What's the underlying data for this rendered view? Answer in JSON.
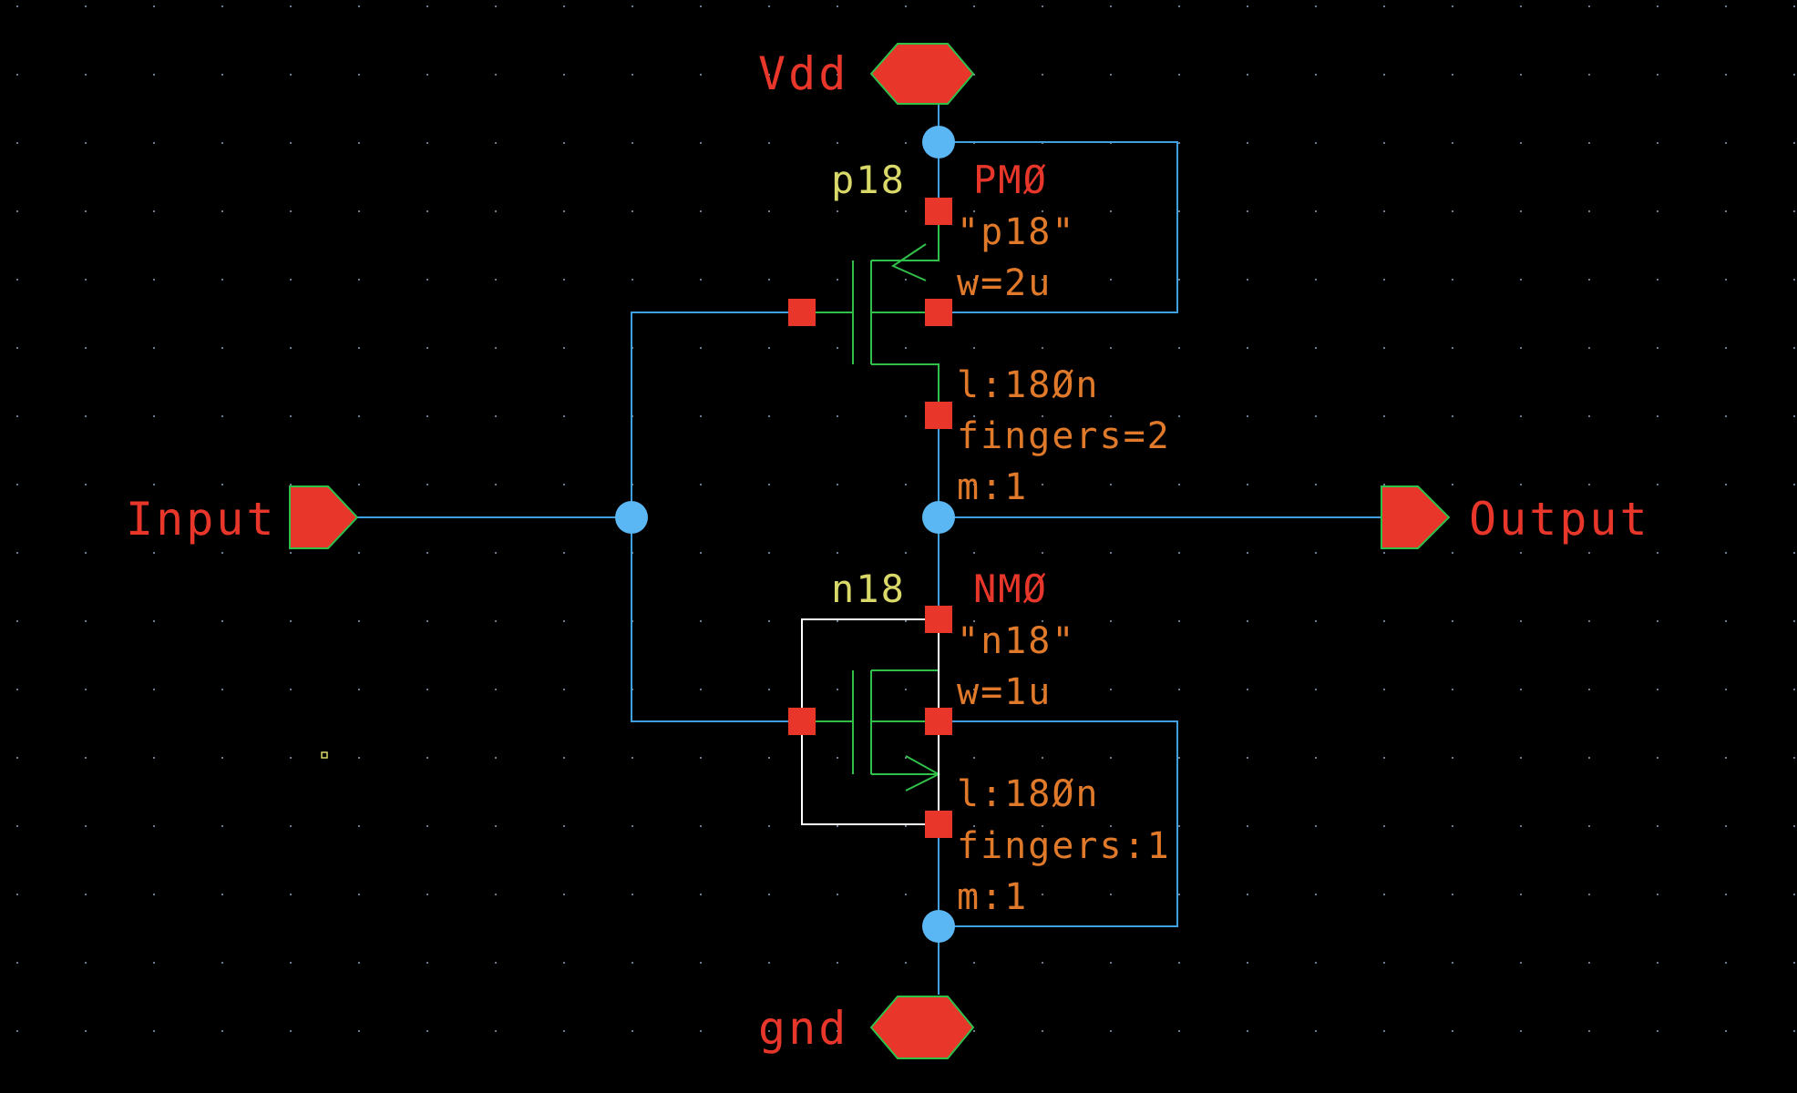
{
  "colors": {
    "background": "#000000",
    "grid_dot": "#6b7a8c",
    "wire": "#3fa0e0",
    "junction": "#5bb6f4",
    "pin": "#e8372a",
    "pin_label": "#e8372a",
    "device": "#2fbf4a",
    "model_label": "#d9d96a",
    "instance_label": "#e8372a",
    "param_label": "#e07a2a",
    "selection_box": "#ffffff"
  },
  "pins": {
    "vdd": {
      "label": "Vdd",
      "icon": "inout-pin-icon"
    },
    "gnd": {
      "label": "gnd",
      "icon": "inout-pin-icon"
    },
    "input": {
      "label": "Input",
      "icon": "input-pin-icon"
    },
    "output": {
      "label": "Output",
      "icon": "output-pin-icon"
    }
  },
  "pmos": {
    "model": "p18",
    "instance": "PMØ",
    "params": [
      "\"p18\"",
      "w=2u",
      "l:18Øn",
      "fingers=2",
      "m:1"
    ]
  },
  "nmos": {
    "model": "n18",
    "instance": "NMØ",
    "params": [
      "\"n18\"",
      "w=1u",
      "l:18Øn",
      "fingers:1",
      "m:1"
    ]
  }
}
